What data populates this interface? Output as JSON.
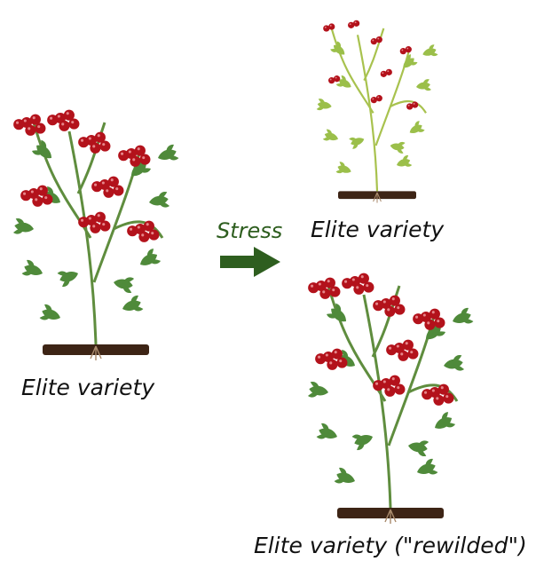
{
  "labels": {
    "left": "Elite variety",
    "top": "Elite variety",
    "bottom": "Elite variety (\"rewilded\")",
    "arrow": "Stress"
  },
  "colors": {
    "healthy_leaf": "#4f8a3a",
    "stressed_leaf": "#9bbf4a",
    "stem": "#5f8d3e",
    "stressed_stem": "#a8c24e",
    "fruit": "#b3121b",
    "soil": "#3d2415",
    "arrow": "#2e5e1f"
  },
  "plants": [
    {
      "id": "left",
      "state": "healthy"
    },
    {
      "id": "top",
      "state": "stressed"
    },
    {
      "id": "bottom",
      "state": "healthy"
    }
  ]
}
